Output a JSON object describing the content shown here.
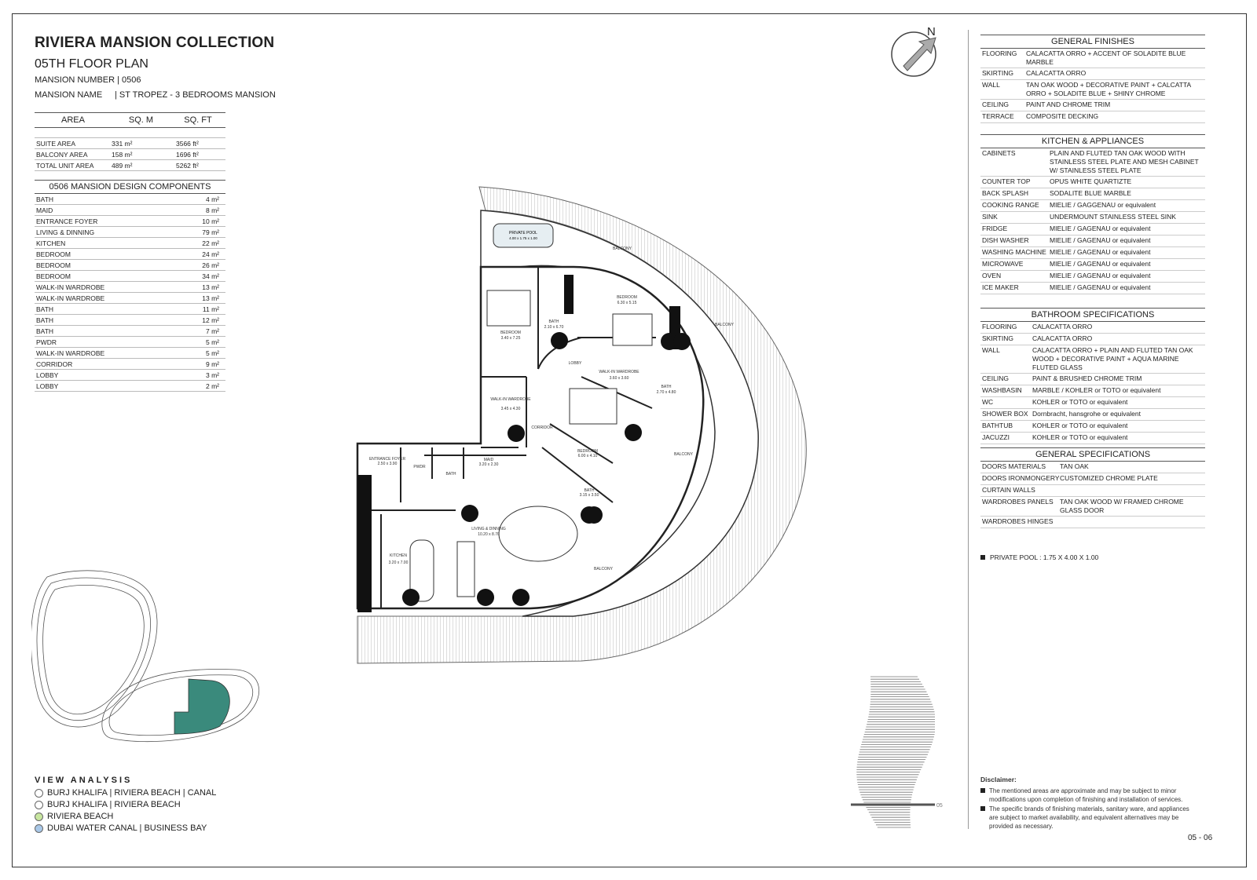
{
  "header": {
    "title": "RIVIERA MANSION COLLECTION",
    "subtitle": "05TH FLOOR PLAN",
    "mansion_number": "MANSION NUMBER | 0506",
    "mansion_name_label": "MANSION NAME",
    "mansion_name_value": "| ST TROPEZ - 3 BEDROOMS MANSION"
  },
  "area_table": {
    "headers": [
      "AREA",
      "SQ. M",
      "SQ. FT"
    ],
    "rows": [
      [
        "SUITE AREA",
        "331 m²",
        "3566 ft²"
      ],
      [
        "BALCONY AREA",
        "158 m²",
        "1696 ft²"
      ],
      [
        "TOTAL UNIT AREA",
        "489 m²",
        "5262 ft²"
      ]
    ]
  },
  "components": {
    "title": "0506 MANSION DESIGN COMPONENTS",
    "rows": [
      [
        "BATH",
        "4 m²"
      ],
      [
        "MAID",
        "8 m²"
      ],
      [
        "ENTRANCE FOYER",
        "10 m²"
      ],
      [
        "LIVING & DINNING",
        "79 m²"
      ],
      [
        "KITCHEN",
        "22 m²"
      ],
      [
        "BEDROOM",
        "24 m²"
      ],
      [
        "BEDROOM",
        "26 m²"
      ],
      [
        "BEDROOM",
        "34 m²"
      ],
      [
        "WALK-IN WARDROBE",
        "13 m²"
      ],
      [
        "WALK-IN WARDROBE",
        "13 m²"
      ],
      [
        "BATH",
        "11 m²"
      ],
      [
        "BATH",
        "12 m²"
      ],
      [
        "BATH",
        "7 m²"
      ],
      [
        "PWDR",
        "5 m²"
      ],
      [
        "WALK-IN WARDROBE",
        "5 m²"
      ],
      [
        "CORRIDOR",
        "9 m²"
      ],
      [
        "LOBBY",
        "3 m²"
      ],
      [
        "LOBBY",
        "2 m²"
      ]
    ]
  },
  "compass": {
    "label": "N"
  },
  "general_finishes": {
    "title": "GENERAL FINISHES",
    "rows": [
      [
        "FLOORING",
        "CALACATTA ORRO + ACCENT OF SOLADITE BLUE MARBLE"
      ],
      [
        "SKIRTING",
        "CALACATTA ORRO"
      ],
      [
        "WALL",
        "TAN OAK WOOD + DECORATIVE PAINT + CALCATTA ORRO + SOLADITE BLUE + SHINY CHROME"
      ],
      [
        "CEILING",
        "PAINT AND CHROME TRIM"
      ],
      [
        "TERRACE",
        "COMPOSITE DECKING"
      ]
    ]
  },
  "kitchen": {
    "title": "KITCHEN & APPLIANCES",
    "rows": [
      [
        "CABINETS",
        "PLAIN AND FLUTED TAN OAK WOOD WITH STAINLESS STEEL PLATE AND MESH CABINET W/ STAINLESS STEEL PLATE"
      ],
      [
        "COUNTER TOP",
        "OPUS WHITE QUARTIZTE"
      ],
      [
        "BACK SPLASH",
        "SODALITE BLUE MARBLE"
      ],
      [
        "COOKING RANGE",
        "MIELIE / GAGGENAU or equivalent"
      ],
      [
        "SINK",
        "UNDERMOUNT STAINLESS STEEL SINK"
      ],
      [
        "FRIDGE",
        "MIELIE / GAGENAU or equivalent"
      ],
      [
        "DISH WASHER",
        "MIELIE / GAGENAU or equivalent"
      ],
      [
        "WASHING MACHINE",
        "MIELIE / GAGENAU or equivalent"
      ],
      [
        "MICROWAVE",
        "MIELIE / GAGENAU or equivalent"
      ],
      [
        "OVEN",
        "MIELIE / GAGENAU or equivalent"
      ],
      [
        "ICE MAKER",
        "MIELIE / GAGENAU or equivalent"
      ]
    ]
  },
  "bathroom": {
    "title": "BATHROOM SPECIFICATIONS",
    "rows": [
      [
        "FLOORING",
        "CALACATTA ORRO"
      ],
      [
        "SKIRTING",
        "CALACATTA ORRO"
      ],
      [
        "WALL",
        "CALACATTA ORRO + PLAIN AND FLUTED TAN OAK WOOD + DECORATIVE PAINT + AQUA MARINE FLUTED GLASS"
      ],
      [
        "CEILING",
        "PAINT & BRUSHED CHROME TRIM"
      ],
      [
        "WASHBASIN",
        "MARBLE / KOHLER or TOTO or equivalent"
      ],
      [
        "WC",
        "KOHLER or TOTO or equivalent"
      ],
      [
        "SHOWER BOX",
        "Dornbracht, hansgrohe or equivalent"
      ],
      [
        "BATHTUB",
        "KOHLER or TOTO or equivalent"
      ],
      [
        "JACUZZI",
        "KOHLER or TOTO or equivalent"
      ]
    ]
  },
  "general_specs": {
    "title": "GENERAL SPECIFICATIONS",
    "rows": [
      [
        "DOORS MATERIALS",
        "TAN OAK"
      ],
      [
        "DOORS IRONMONGERY",
        "CUSTOMIZED CHROME PLATE"
      ],
      [
        "CURTAIN WALLS",
        ""
      ],
      [
        "WARDROBES PANELS",
        "TAN OAK WOOD W/ FRAMED CHROME GLASS DOOR"
      ],
      [
        "WARDROBES HINGES",
        ""
      ]
    ]
  },
  "private_pool": "PRIVATE POOL : 1.75 X 4.00 X 1.00",
  "view_analysis": {
    "title": "VIEW ANALYSIS",
    "items": [
      {
        "label": "BURJ KHALIFA | RIVIERA BEACH | CANAL",
        "color": "#ffffff"
      },
      {
        "label": "BURJ KHALIFA | RIVIERA BEACH",
        "color": "#ffffff"
      },
      {
        "label": "RIVIERA BEACH",
        "color": "#c8e6a0"
      },
      {
        "label": "DUBAI WATER CANAL | BUSINESS BAY",
        "color": "#a9c8e8"
      }
    ]
  },
  "disclaimer": {
    "title": "Disclaimer:",
    "items": [
      "The mentioned areas are approximate and may be subject to minor modifications upon completion of finishing and installation of services.",
      "The specific brands of finishing materials, sanitary ware, and appliances are subject to market availability, and equivalent alternatives may be provided as necessary."
    ]
  },
  "page_number": "05 - 06",
  "floor_marker": "05",
  "plan_labels": {
    "pool": "PRIVATE POOL",
    "pool_dim": "4.00 x 1.75 x 1.00",
    "balcony": "BALCONY",
    "bedroom": "BEDROOM",
    "bedroom1_dim": "3.40 x 7.25",
    "bedroom2_dim": "6.30 x 5.15",
    "bedroom3_dim": "6.00 x 4.10",
    "bath": "BATH",
    "bath1_dim": "2.10 x 6.70",
    "bath2_dim": "2.70 x 4.80",
    "bath3_dim": "3.15 x 3.50",
    "walkin": "WALK-IN WARDROBE",
    "walkin1_dim": "3.45 x 4.30",
    "walkin2_dim": "3.60 x 3.60",
    "lobby": "LOBBY",
    "corridor": "CORRIDOR",
    "entrance": "ENTRANCE FOYER",
    "entrance_dim": "2.50 x 3.90",
    "pwdr": "PWDR",
    "maid": "MAID",
    "maid_dim": "3.20 x 2.30",
    "living": "LIVING & DINNING",
    "living_dim": "10.20 x 8.70",
    "kitchen": "KITCHEN",
    "kitchen_dim": "3.20 x 7.00"
  }
}
